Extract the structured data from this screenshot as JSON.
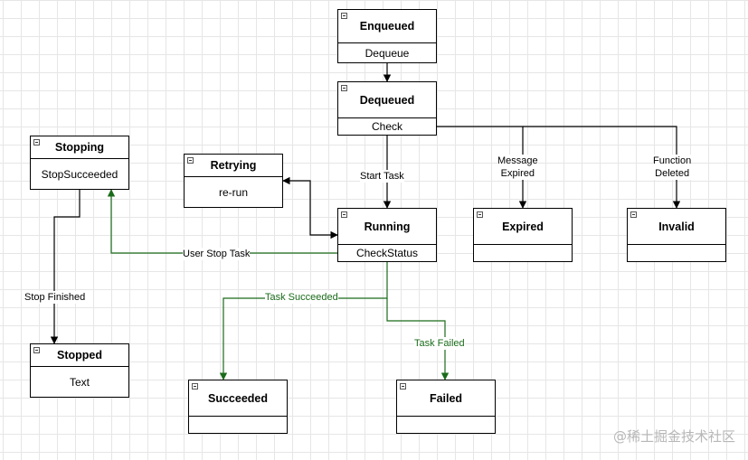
{
  "colors": {
    "success_edge": "#1a6b1a",
    "default_edge": "#000000"
  },
  "nodes": {
    "enqueued": {
      "title": "Enqueued",
      "body": "Dequeue"
    },
    "dequeued": {
      "title": "Dequeued",
      "body": "Check"
    },
    "stopping": {
      "title": "Stopping",
      "body": "StopSucceeded"
    },
    "retrying": {
      "title": "Retrying",
      "body": "re-run"
    },
    "running": {
      "title": "Running",
      "body": "CheckStatus"
    },
    "expired": {
      "title": "Expired",
      "body": ""
    },
    "invalid": {
      "title": "Invalid",
      "body": ""
    },
    "stopped": {
      "title": "Stopped",
      "body": "Text"
    },
    "succeeded": {
      "title": "Succeeded",
      "body": ""
    },
    "failed": {
      "title": "Failed",
      "body": ""
    }
  },
  "edge_labels": {
    "start_task": "Start Task",
    "message_expired_1": "Message",
    "message_expired_2": "Expired",
    "function_deleted_1": "Function",
    "function_deleted_2": "Deleted",
    "user_stop_task": "User Stop Task",
    "stop_finished": "Stop Finished",
    "task_succeeded": "Task Succeeded",
    "task_failed": "Task Failed"
  },
  "watermark": "@稀土掘金技术社区"
}
